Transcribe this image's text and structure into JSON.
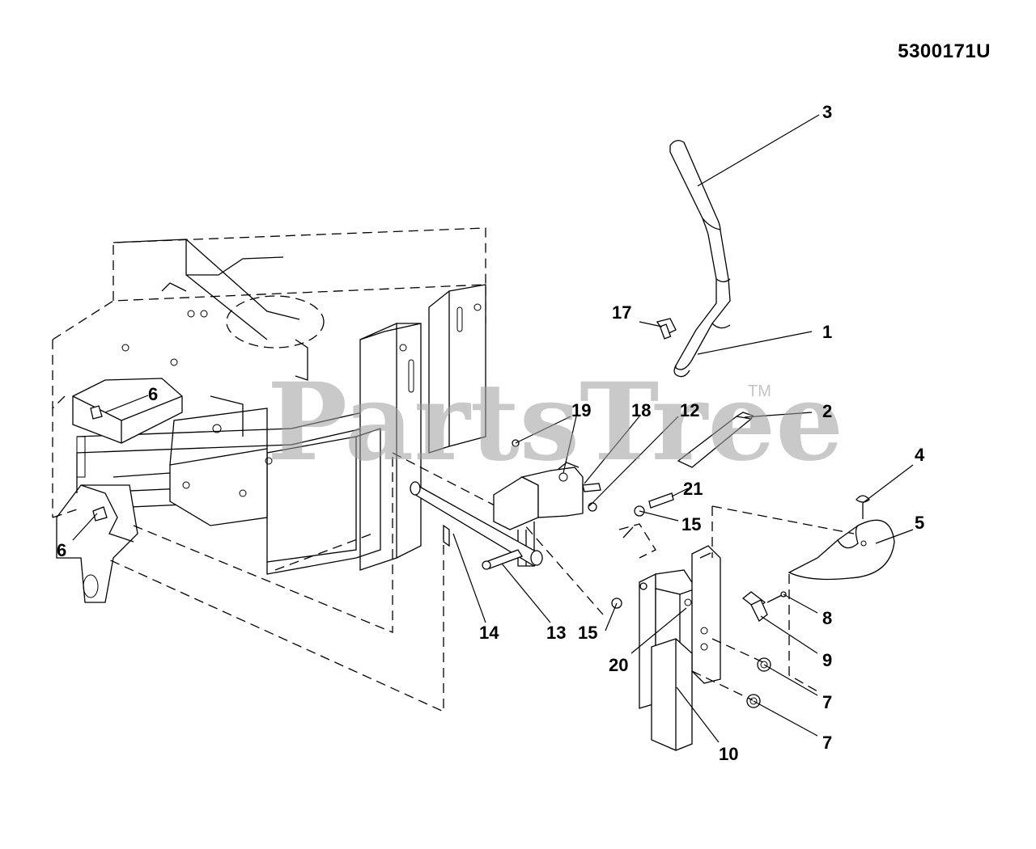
{
  "document_number": "5300171U",
  "watermark": {
    "text": "PartsTree",
    "trademark": "TM"
  },
  "callouts": [
    {
      "id": "c1",
      "label": "1"
    },
    {
      "id": "c2",
      "label": "2"
    },
    {
      "id": "c3",
      "label": "3"
    },
    {
      "id": "c4",
      "label": "4"
    },
    {
      "id": "c5",
      "label": "5"
    },
    {
      "id": "c6a",
      "label": "6"
    },
    {
      "id": "c6b",
      "label": "6"
    },
    {
      "id": "c7a",
      "label": "7"
    },
    {
      "id": "c7b",
      "label": "7"
    },
    {
      "id": "c8",
      "label": "8"
    },
    {
      "id": "c9",
      "label": "9"
    },
    {
      "id": "c10",
      "label": "10"
    },
    {
      "id": "c12",
      "label": "12"
    },
    {
      "id": "c13",
      "label": "13"
    },
    {
      "id": "c14",
      "label": "14"
    },
    {
      "id": "c15a",
      "label": "15"
    },
    {
      "id": "c15b",
      "label": "15"
    },
    {
      "id": "c17",
      "label": "17"
    },
    {
      "id": "c18",
      "label": "18"
    },
    {
      "id": "c19",
      "label": "19"
    },
    {
      "id": "c20",
      "label": "20"
    },
    {
      "id": "c21",
      "label": "21"
    }
  ]
}
